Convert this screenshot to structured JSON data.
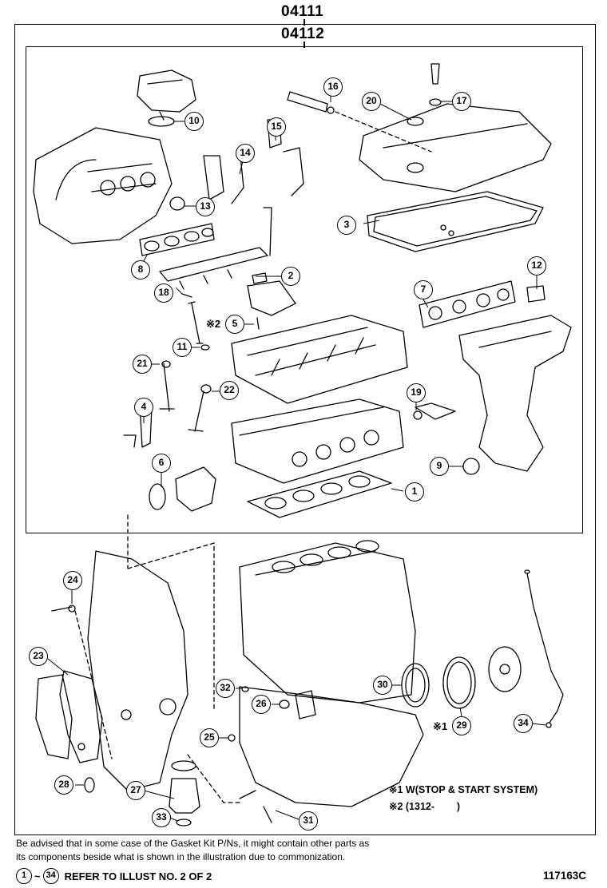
{
  "kit_numbers": {
    "outer": "04111",
    "inner": "04112"
  },
  "callouts": [
    {
      "id": "1",
      "label": "1"
    },
    {
      "id": "2",
      "label": "2"
    },
    {
      "id": "3",
      "label": "3"
    },
    {
      "id": "4",
      "label": "4"
    },
    {
      "id": "5",
      "label": "5"
    },
    {
      "id": "6",
      "label": "6"
    },
    {
      "id": "7",
      "label": "7"
    },
    {
      "id": "8",
      "label": "8"
    },
    {
      "id": "9",
      "label": "9"
    },
    {
      "id": "10",
      "label": "10"
    },
    {
      "id": "11",
      "label": "11"
    },
    {
      "id": "12",
      "label": "12"
    },
    {
      "id": "13",
      "label": "13"
    },
    {
      "id": "14",
      "label": "14"
    },
    {
      "id": "15",
      "label": "15"
    },
    {
      "id": "16",
      "label": "16"
    },
    {
      "id": "17",
      "label": "17"
    },
    {
      "id": "18",
      "label": "18"
    },
    {
      "id": "19",
      "label": "19"
    },
    {
      "id": "20",
      "label": "20"
    },
    {
      "id": "21",
      "label": "21"
    },
    {
      "id": "22",
      "label": "22"
    },
    {
      "id": "23",
      "label": "23"
    },
    {
      "id": "24",
      "label": "24"
    },
    {
      "id": "25",
      "label": "25"
    },
    {
      "id": "26",
      "label": "26"
    },
    {
      "id": "27",
      "label": "27"
    },
    {
      "id": "28",
      "label": "28"
    },
    {
      "id": "29",
      "label": "29"
    },
    {
      "id": "30",
      "label": "30"
    },
    {
      "id": "31",
      "label": "31"
    },
    {
      "id": "32",
      "label": "32"
    },
    {
      "id": "33",
      "label": "33"
    },
    {
      "id": "34",
      "label": "34"
    }
  ],
  "marks": {
    "part5": "※2",
    "part29": "※1"
  },
  "notes": {
    "note1": "※1 W(STOP & START SYSTEM)",
    "note2": "※2 (1312-        )"
  },
  "advisory": {
    "line1": "Be advised that in some case of the Gasket Kit P/Ns,  it might contain other parts as",
    "line2": "its components beside what is shown in the illustration due to commonization."
  },
  "footer": {
    "range_start": "1",
    "range_sep": "~",
    "range_end": "34",
    "refer_text": "REFER TO ILLUST NO. 2 OF 2",
    "illustration_number": "117163C"
  }
}
